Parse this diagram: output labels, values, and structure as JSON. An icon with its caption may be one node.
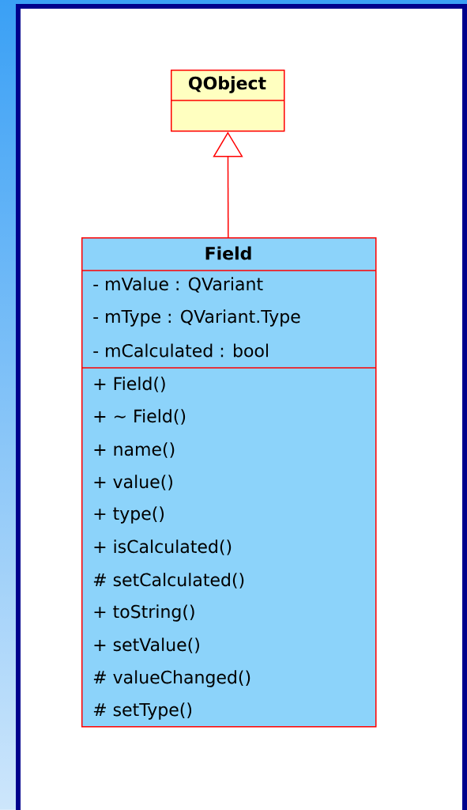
{
  "diagram": {
    "nodes": [
      {
        "text": [
          "QObject"
        ]
      },
      {
        "text": [
          "Field",
          "- mValue : QVariant",
          "- mType : QVariant.Type",
          "- mCalculated : bool",
          "+ Field()",
          "+ ~ Field()",
          "+ name()",
          "+ value()",
          "+ type()",
          "+ isCalculated()",
          "# setCalculated()",
          "+ toString()",
          "+ setValue()",
          "# valueChanged()",
          "# setType()"
        ]
      }
    ],
    "edges": [
      {
        "from": 1,
        "to": 0,
        "arrow": "to"
      }
    ]
  }
}
